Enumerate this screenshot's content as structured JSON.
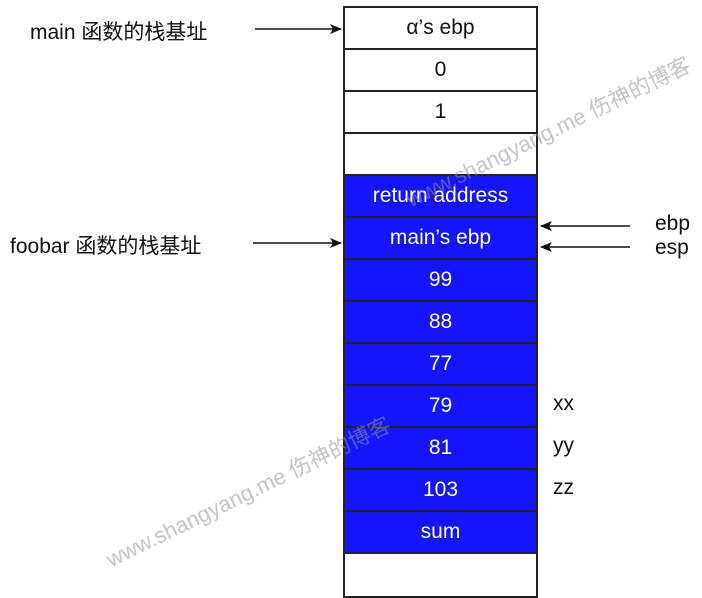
{
  "stack": {
    "cells": [
      {
        "text": "α’s ebp",
        "style": "white"
      },
      {
        "text": "0",
        "style": "white"
      },
      {
        "text": "1",
        "style": "white"
      },
      {
        "text": "",
        "style": "white"
      },
      {
        "text": "return address",
        "style": "blue"
      },
      {
        "text": "main’s ebp",
        "style": "blue"
      },
      {
        "text": "99",
        "style": "blue"
      },
      {
        "text": "88",
        "style": "blue"
      },
      {
        "text": "77",
        "style": "blue"
      },
      {
        "text": "79",
        "style": "blue"
      },
      {
        "text": "81",
        "style": "blue"
      },
      {
        "text": "103",
        "style": "blue"
      },
      {
        "text": "sum",
        "style": "blue"
      },
      {
        "text": "",
        "style": "white"
      }
    ]
  },
  "labels": {
    "main_base": "main 函数的栈基址",
    "foobar_base": "foobar 函数的栈基址",
    "ebp": "ebp",
    "esp": "esp",
    "xx": "xx",
    "yy": "yy",
    "zz": "zz"
  },
  "watermark": {
    "text": "www.shangyang.me 伤神的博客"
  },
  "colors": {
    "blue_cell": "#1414ff",
    "border": "#222222"
  }
}
